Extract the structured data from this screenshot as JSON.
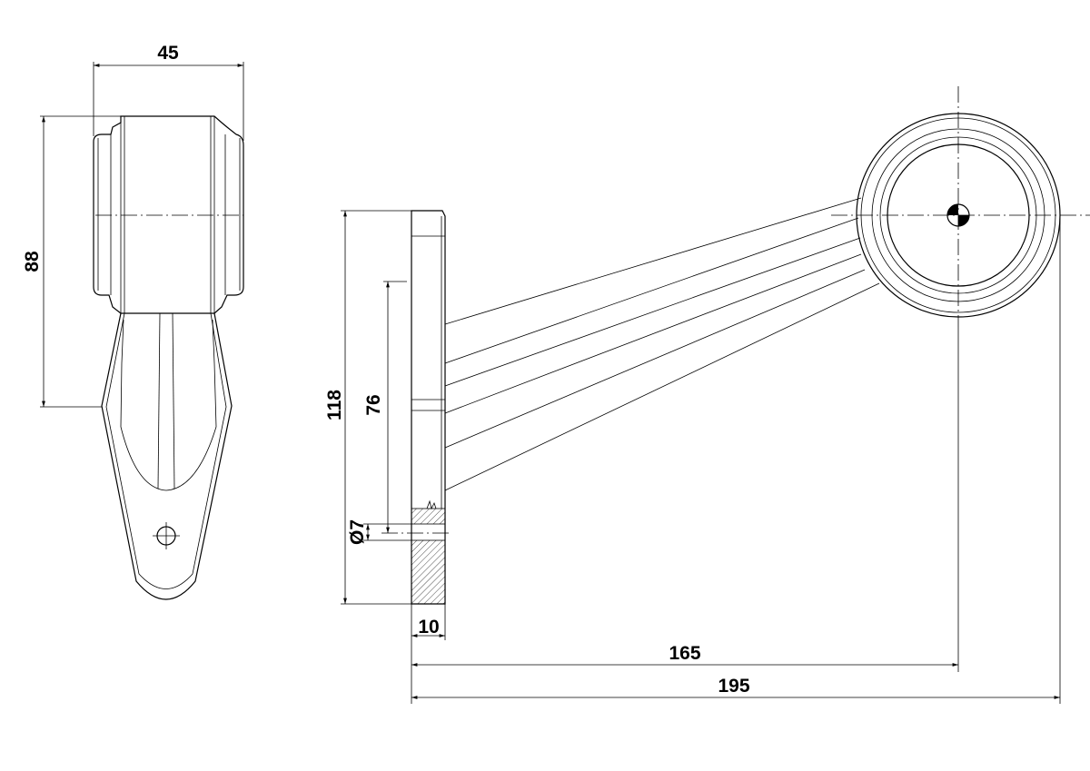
{
  "drawing": {
    "dimensions": {
      "width_front": "45",
      "height_front": "88",
      "plate_height": "118",
      "hole_spacing": "76",
      "hole_diameter": "Ø7",
      "plate_thickness": "10",
      "reach_center": "165",
      "reach_total": "195"
    }
  }
}
